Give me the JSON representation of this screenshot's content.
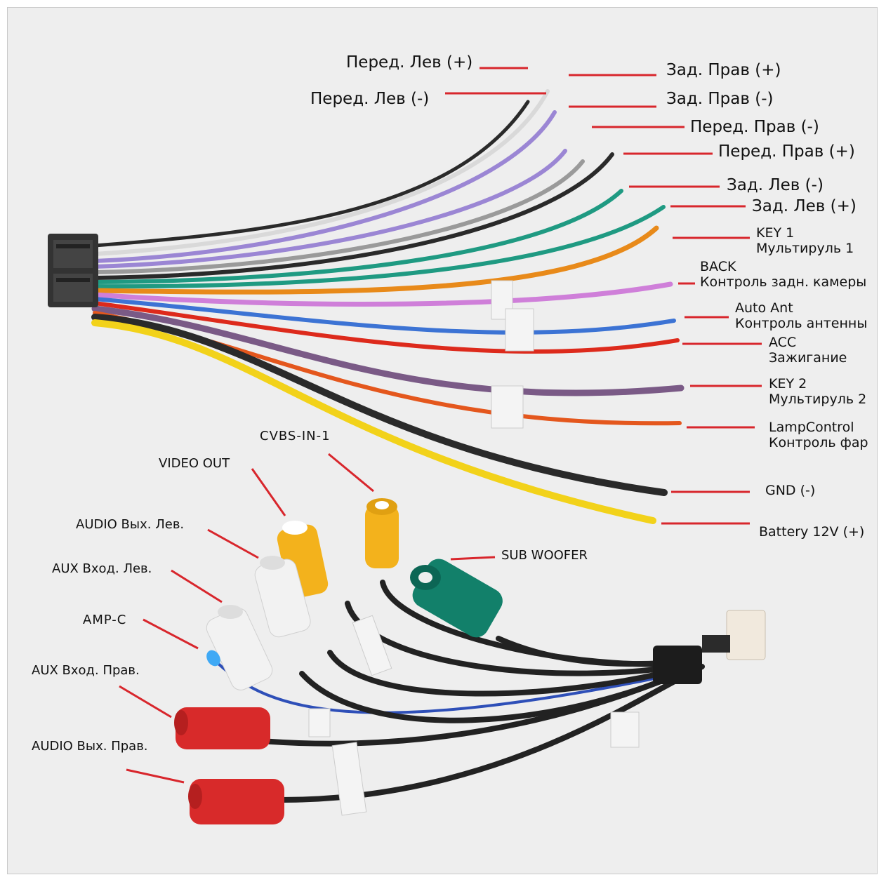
{
  "colors": {
    "leader": "#d8262c",
    "background": "#eeeeee",
    "black": "#2a2a2a",
    "gray": "#9a9a9a",
    "white": "#d9d9d9",
    "violet": "#9b86d4",
    "teal": "#1f9a82",
    "orange": "#e88a1a",
    "pink": "#cf7fd9",
    "blue": "#3c73d4",
    "red": "#dd2a1c",
    "purple": "#7a5a86",
    "redorange": "#e4571d",
    "yellow": "#f2d21a",
    "rca_yellow": "#f3b21c",
    "rca_white": "#f2f2f2",
    "rca_red": "#d82a2a",
    "rca_green": "#12806a",
    "led_blue": "#3fa9f5"
  },
  "icons": [
    "harness-connector-icon",
    "rca-connector-icon",
    "led-icon"
  ],
  "wire_labels": {
    "front_left_plus": "Перед. Лев (+)",
    "front_left_minus": "Перед. Лев (-)",
    "rear_right_plus": "Зад. Прав (+)",
    "rear_right_minus": "Зад. Прав (-)",
    "front_right_minus": "Перед. Прав (-)",
    "front_right_plus": "Перед. Прав (+)",
    "rear_left_minus": "Зад. Лев (-)",
    "rear_left_plus": "Зад. Лев (+)",
    "key1": [
      "KEY 1",
      "Мультируль 1"
    ],
    "back": [
      "BACK",
      "Контроль задн. камеры"
    ],
    "auto_ant": [
      "Auto Ant",
      "Контроль антенны"
    ],
    "acc": [
      "ACC",
      "Зажигание"
    ],
    "key2": [
      "KEY 2",
      "Мультируль 2"
    ],
    "lamp": [
      "LampControl",
      "Контроль фар"
    ],
    "gnd": "GND (-)",
    "battery": "Battery 12V (+)"
  },
  "rca_labels": {
    "cvbs_in": "CVBS-IN-1",
    "video_out": "VIDEO OUT",
    "audio_out_left": "AUDIO Вых. Лев.",
    "aux_in_left": "AUX Вход. Лев.",
    "amp_c": "AMP-C",
    "aux_in_right": "AUX Вход. Прав.",
    "audio_out_right": "AUDIO Вых. Прав.",
    "sub_woofer": "SUB WOOFER"
  }
}
